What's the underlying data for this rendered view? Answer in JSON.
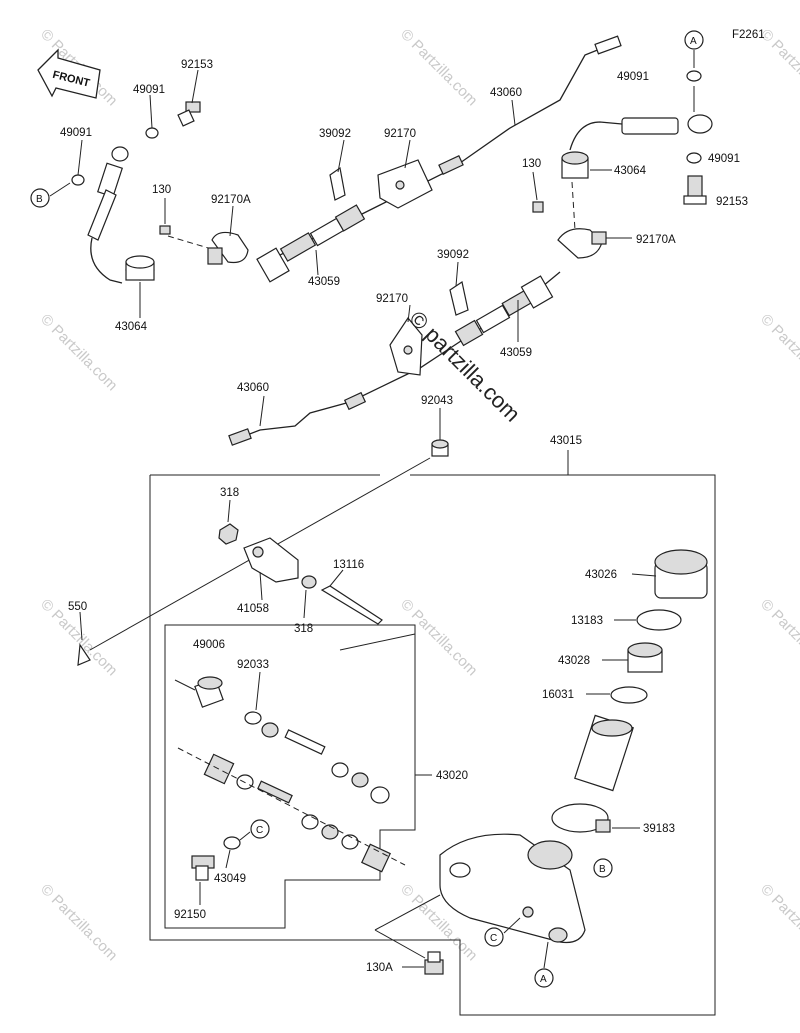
{
  "diagram": {
    "figure_code": "F2261",
    "front_label": "FRONT",
    "watermark_text": "© Partzilla.com",
    "center_watermark": "© partzilla.com",
    "callouts": {
      "a": "A",
      "b": "B",
      "c": "C"
    },
    "labels": {
      "p92153_top": "92153",
      "p49091_a": "49091",
      "p49091_b": "49091",
      "p130_a": "130",
      "p92170A_a": "92170A",
      "p43064_a": "43064",
      "p39092_a": "39092",
      "p92170_a": "92170",
      "p43060_a": "43060",
      "p43059_a": "43059",
      "p49091_c": "49091",
      "p43064_b": "43064",
      "p130_b": "130",
      "p49091_d": "49091",
      "p92153_b": "92153",
      "p92170A_b": "92170A",
      "p39092_b": "39092",
      "p92170_b": "92170",
      "p43059_b": "43059",
      "p43060_b": "43060",
      "p92043": "92043",
      "p43015": "43015",
      "p318_a": "318",
      "p41058": "41058",
      "p318_b": "318",
      "p13116": "13116",
      "p550": "550",
      "p43026": "43026",
      "p13183": "13183",
      "p43028": "43028",
      "p16031": "16031",
      "p49006": "49006",
      "p92033": "92033",
      "p43020": "43020",
      "p39183": "39183",
      "p43049": "43049",
      "p92150": "92150",
      "p130A": "130A"
    }
  }
}
